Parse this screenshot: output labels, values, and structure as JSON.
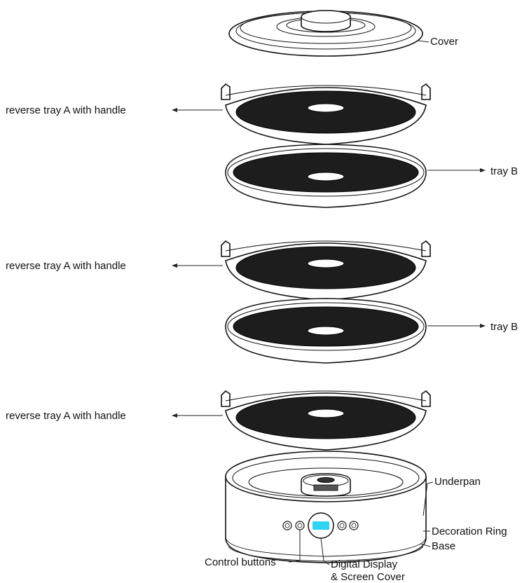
{
  "labels": {
    "cover": "Cover",
    "tray_a_1": "reverse tray A with handle",
    "tray_b_1": "tray B",
    "tray_a_2": "reverse tray A with handle",
    "tray_b_2": "tray B",
    "tray_a_3": "reverse tray A with handle",
    "underpan": "Underpan",
    "decoration_ring": "Decoration Ring",
    "base": "Base",
    "control_buttons": "Control buttons",
    "digital_display_line1": "Digital Display",
    "digital_display_line2": "& Screen Cover"
  },
  "display_color": "#2fd4f2",
  "arrow_icon": "arrow-left-icon / arrow-right-icon"
}
